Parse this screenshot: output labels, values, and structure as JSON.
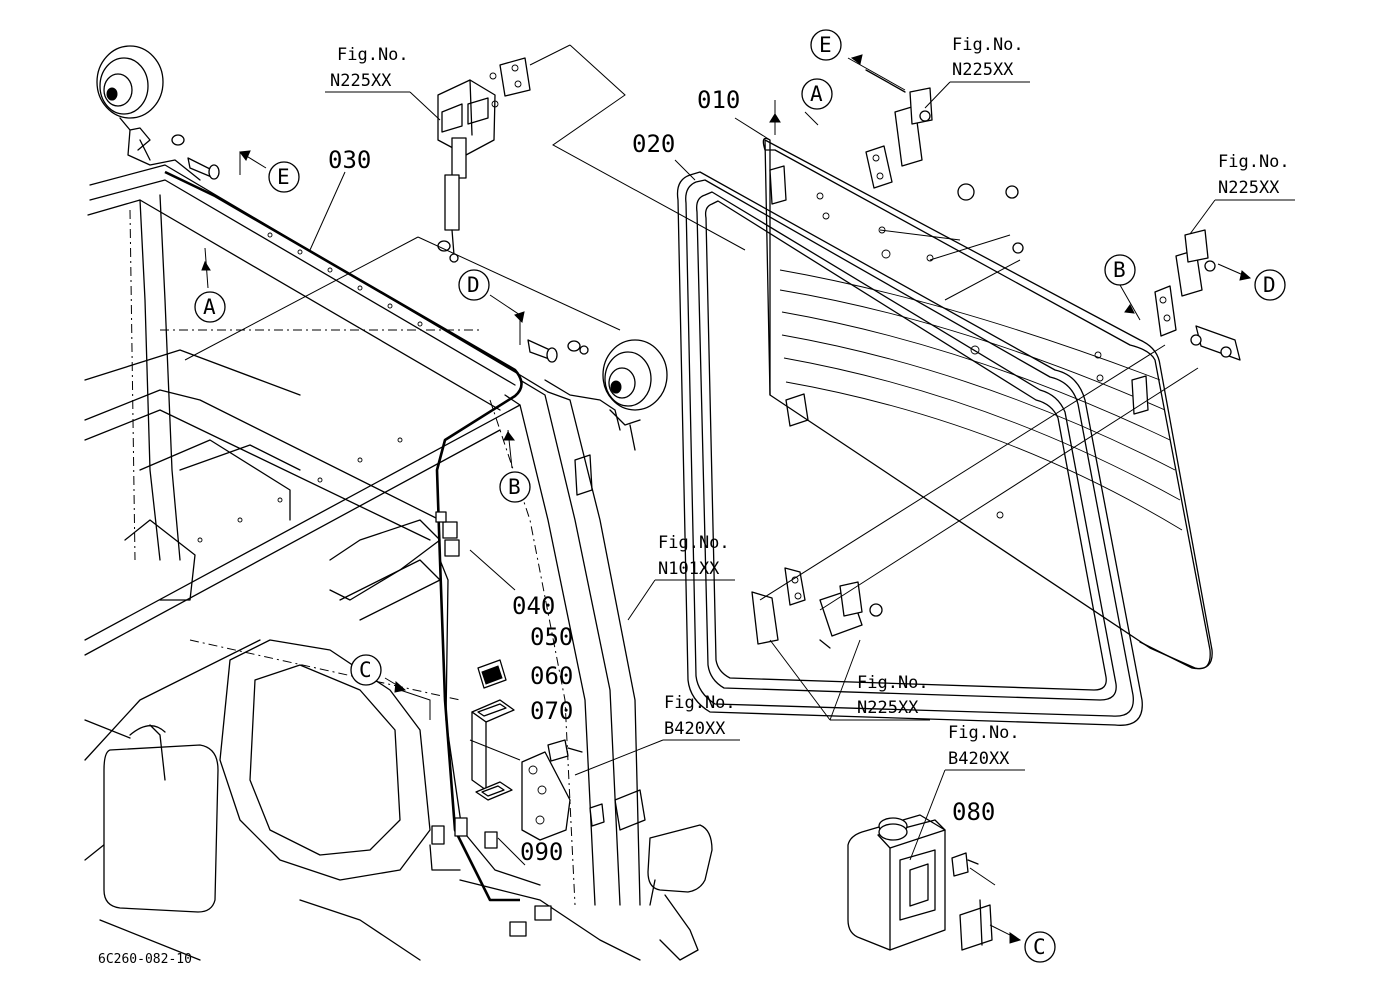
{
  "diagram_code": "6C260-082-10",
  "part_numbers": {
    "p010": "010",
    "p020": "020",
    "p030": "030",
    "p040": "040",
    "p050": "050",
    "p060": "060",
    "p070": "070",
    "p080": "080",
    "p090": "090"
  },
  "figure_refs": {
    "fig_label": "Fig.No.",
    "top_center": "N225XX",
    "top_right": "N225XX",
    "right": "N225XX",
    "middle": "N101XX",
    "lower_middle": "N225XX",
    "lower_left": "B420XX",
    "bottom_right": "B420XX"
  },
  "callouts": {
    "a": "A",
    "b": "B",
    "c": "C",
    "d": "D",
    "e": "E"
  },
  "colors": {
    "line": "#000000",
    "background": "#ffffff"
  }
}
